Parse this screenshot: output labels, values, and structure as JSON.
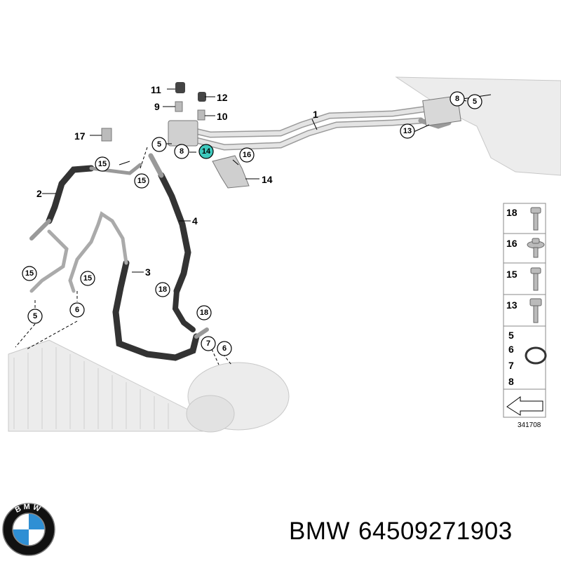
{
  "callouts": {
    "c1": "1",
    "c2": "2",
    "c3": "3",
    "c4": "4",
    "c5a": "5",
    "c5b": "5",
    "c5c": "5",
    "c6a": "6",
    "c6b": "6",
    "c7": "7",
    "c8a": "8",
    "c8b": "8",
    "c9": "9",
    "c10": "10",
    "c11": "11",
    "c12": "12",
    "c13": "13",
    "c14": "14",
    "c14hl": "14",
    "c15a": "15",
    "c15b": "15",
    "c15c": "15",
    "c15d": "15",
    "c16": "16",
    "c17": "17",
    "c18a": "18",
    "c18b": "18"
  },
  "legend": {
    "items": [
      "18",
      "16",
      "15",
      "13",
      "5",
      "6",
      "7",
      "8"
    ],
    "drawing_number": "341708"
  },
  "caption": {
    "brand": "BMW",
    "part_number": "64509271903"
  },
  "logo": {
    "letters": "BMW",
    "colors": {
      "blue": "#2f8fd4",
      "white": "#ffffff",
      "ring": "#111111"
    }
  },
  "colors": {
    "highlight": "#3ec9bd",
    "pipe": "#d6d6d6",
    "hose": "#2e2e2e",
    "ghost": "#e6e6e6"
  }
}
